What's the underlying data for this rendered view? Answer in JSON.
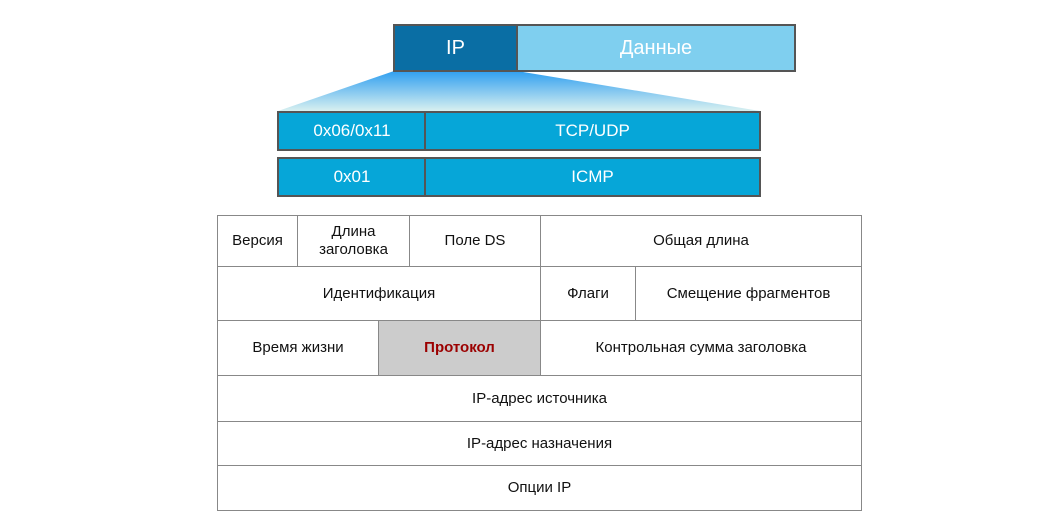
{
  "packet": {
    "header": "IP",
    "data": "Данные"
  },
  "protocols": [
    {
      "value": "0x06/0x11",
      "name": "TCP/UDP"
    },
    {
      "value": "0x01",
      "name": "ICMP"
    }
  ],
  "header_fields": {
    "version": "Версия",
    "ihl": "Длина заголовка",
    "ds": "Поле DS",
    "total_length": "Общая длина",
    "identification": "Идентификация",
    "flags": "Флаги",
    "fragment_offset": "Смещение фрагментов",
    "ttl": "Время жизни",
    "protocol": "Протокол",
    "checksum": "Контрольная сумма заголовка",
    "src": "IP-адрес источника",
    "dst": "IP-адрес назначения",
    "options": "Опции IP"
  },
  "colors": {
    "ip": "#0a6ea4",
    "data": "#7fcfef",
    "proto": "#06a6d8",
    "highlight_bg": "#cccccc",
    "highlight_text": "#9b0000"
  }
}
